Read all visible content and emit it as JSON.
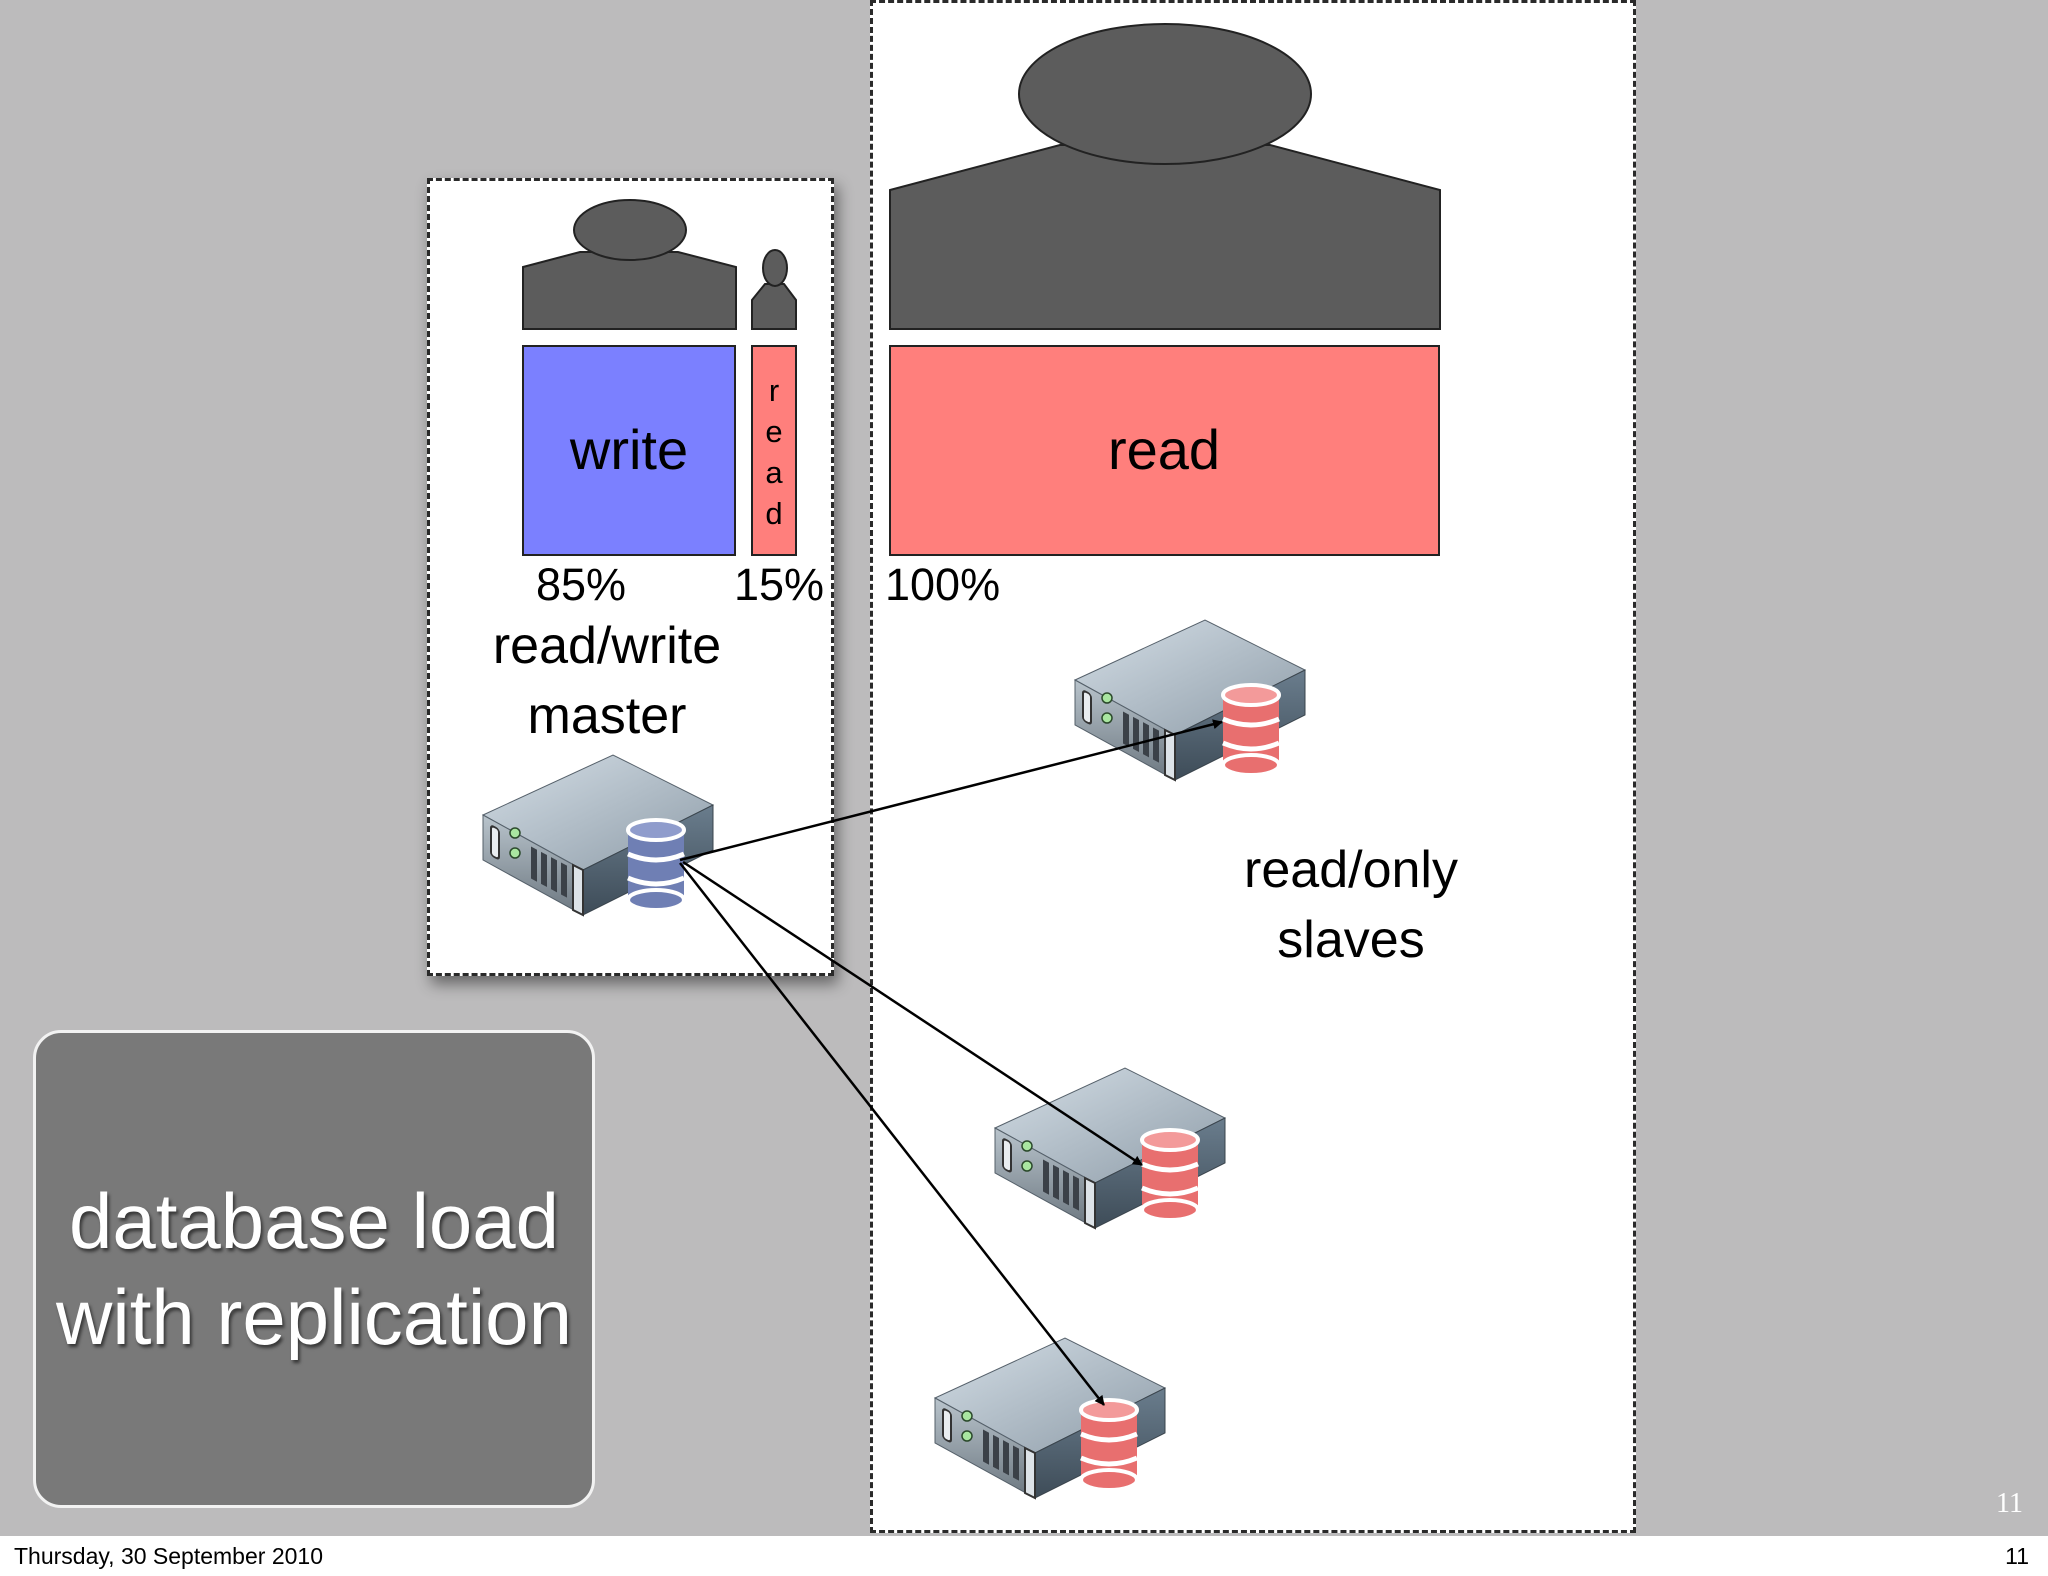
{
  "slide": {
    "title": "database load with replication",
    "slide_number": "11"
  },
  "diagram": {
    "master": {
      "write_label": "write",
      "read_letters": [
        "r",
        "e",
        "a",
        "d"
      ],
      "write_percent": "85%",
      "read_percent": "15%",
      "caption_line1": "read/write",
      "caption_line2": "master"
    },
    "slaves": {
      "read_label": "read",
      "read_percent": "100%",
      "caption_line1": "read/only",
      "caption_line2": "slaves",
      "count": 3
    }
  },
  "colors": {
    "write": "#7b80ff",
    "read": "#ff7f7c",
    "person": "#5c5c5c",
    "background": "#bcbbbc",
    "title_box": "#797979",
    "master_db": "#6f7fb4",
    "slave_db": "#e86f6f"
  },
  "footer": {
    "date": "Thursday, 30 September 2010",
    "page": "11"
  }
}
